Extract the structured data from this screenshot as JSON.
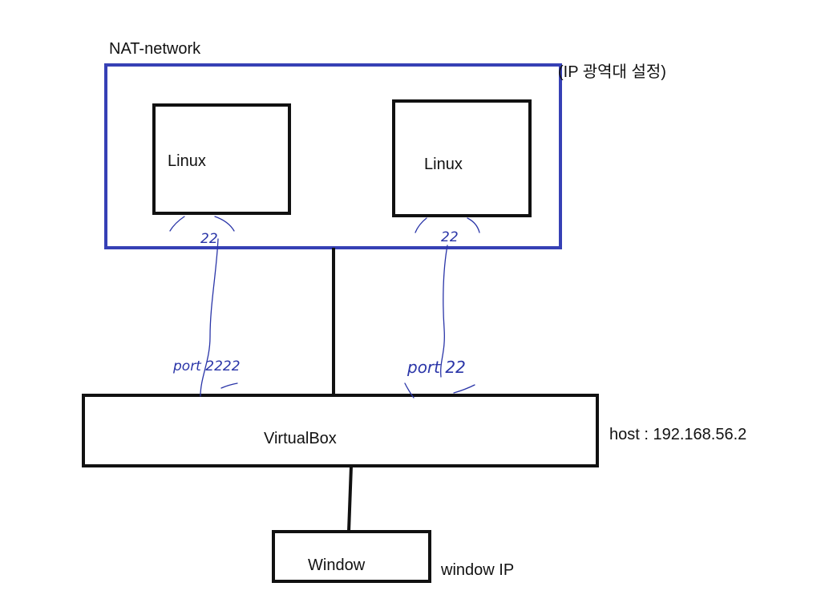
{
  "network": {
    "title": "NAT-network",
    "note": "(IP 광역대 설정)"
  },
  "vms": [
    {
      "label": "Linux",
      "port_mark": "22",
      "forward": "port 2222"
    },
    {
      "label": "Linux",
      "port_mark": "22",
      "forward": "port 22"
    }
  ],
  "virtualbox": {
    "label": "VirtualBox",
    "host": "host : 192.168.56.2"
  },
  "window": {
    "label": "Window",
    "ip": "window IP"
  },
  "colors": {
    "nat_border": "#3640b5",
    "box_border": "#111111",
    "handwriting": "#2a35a8"
  }
}
